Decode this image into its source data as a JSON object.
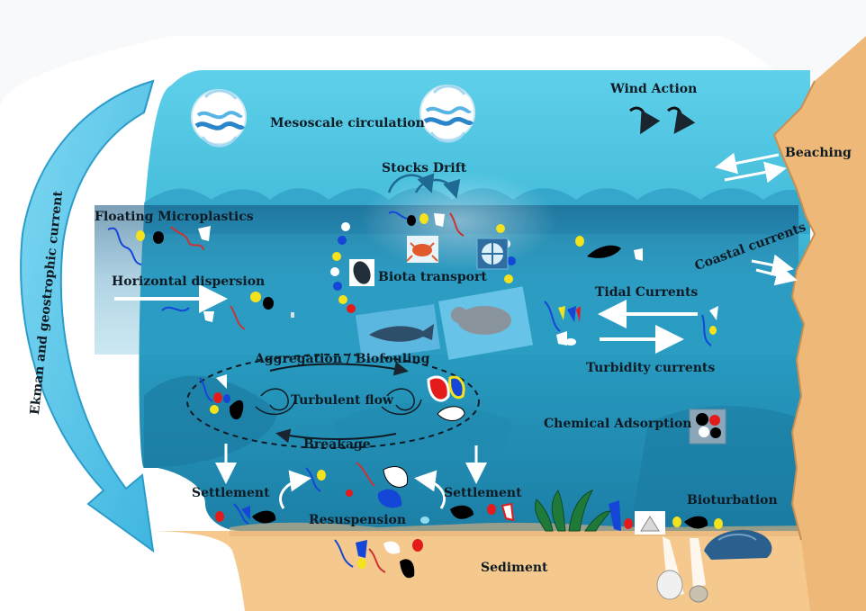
{
  "labels": {
    "mesoscale": "Mesoscale circulation",
    "wind": "Wind Action",
    "beaching": "Beaching",
    "stocks_drift": "Stocks Drift",
    "floating": "Floating Microplastics",
    "coastal": "Coastal currents",
    "biota": "Biota transport",
    "horizontal": "Horizontal dispersion",
    "tidal": "Tidal Currents",
    "turbidity": "Turbidity currents",
    "aggregation": "Aggregation / Biofouling",
    "turbulent": "Turbulent flow",
    "breakage": "Breakage",
    "chemical": "Chemical Adsorption",
    "settlement_left": "Settlement",
    "settlement_right": "Settlement",
    "resuspension": "Resuspension",
    "bioturbation": "Bioturbation",
    "sediment": "Sediment",
    "ekman": "Ekman and geostrophic current"
  },
  "colors": {
    "sky_water": "#5fd0ea",
    "mid_water": "#2fa9cb",
    "deep_water": "#1e86ac",
    "sand": "#f5c98e",
    "cliff": "#eeb878",
    "arrow_blue": "#5cc7ea",
    "particle_yellow": "#f4e31c",
    "particle_blue": "#1446d8",
    "particle_red": "#e41b1b"
  },
  "icons": [
    "recycle-wave-icon",
    "recycle-wave-icon",
    "wind-swirl-icon",
    "crab-icon",
    "mussel-icon",
    "diatom-icon",
    "fish-icon",
    "manatee-icon",
    "seaweed-icon",
    "shell-icon",
    "rock-icon"
  ]
}
